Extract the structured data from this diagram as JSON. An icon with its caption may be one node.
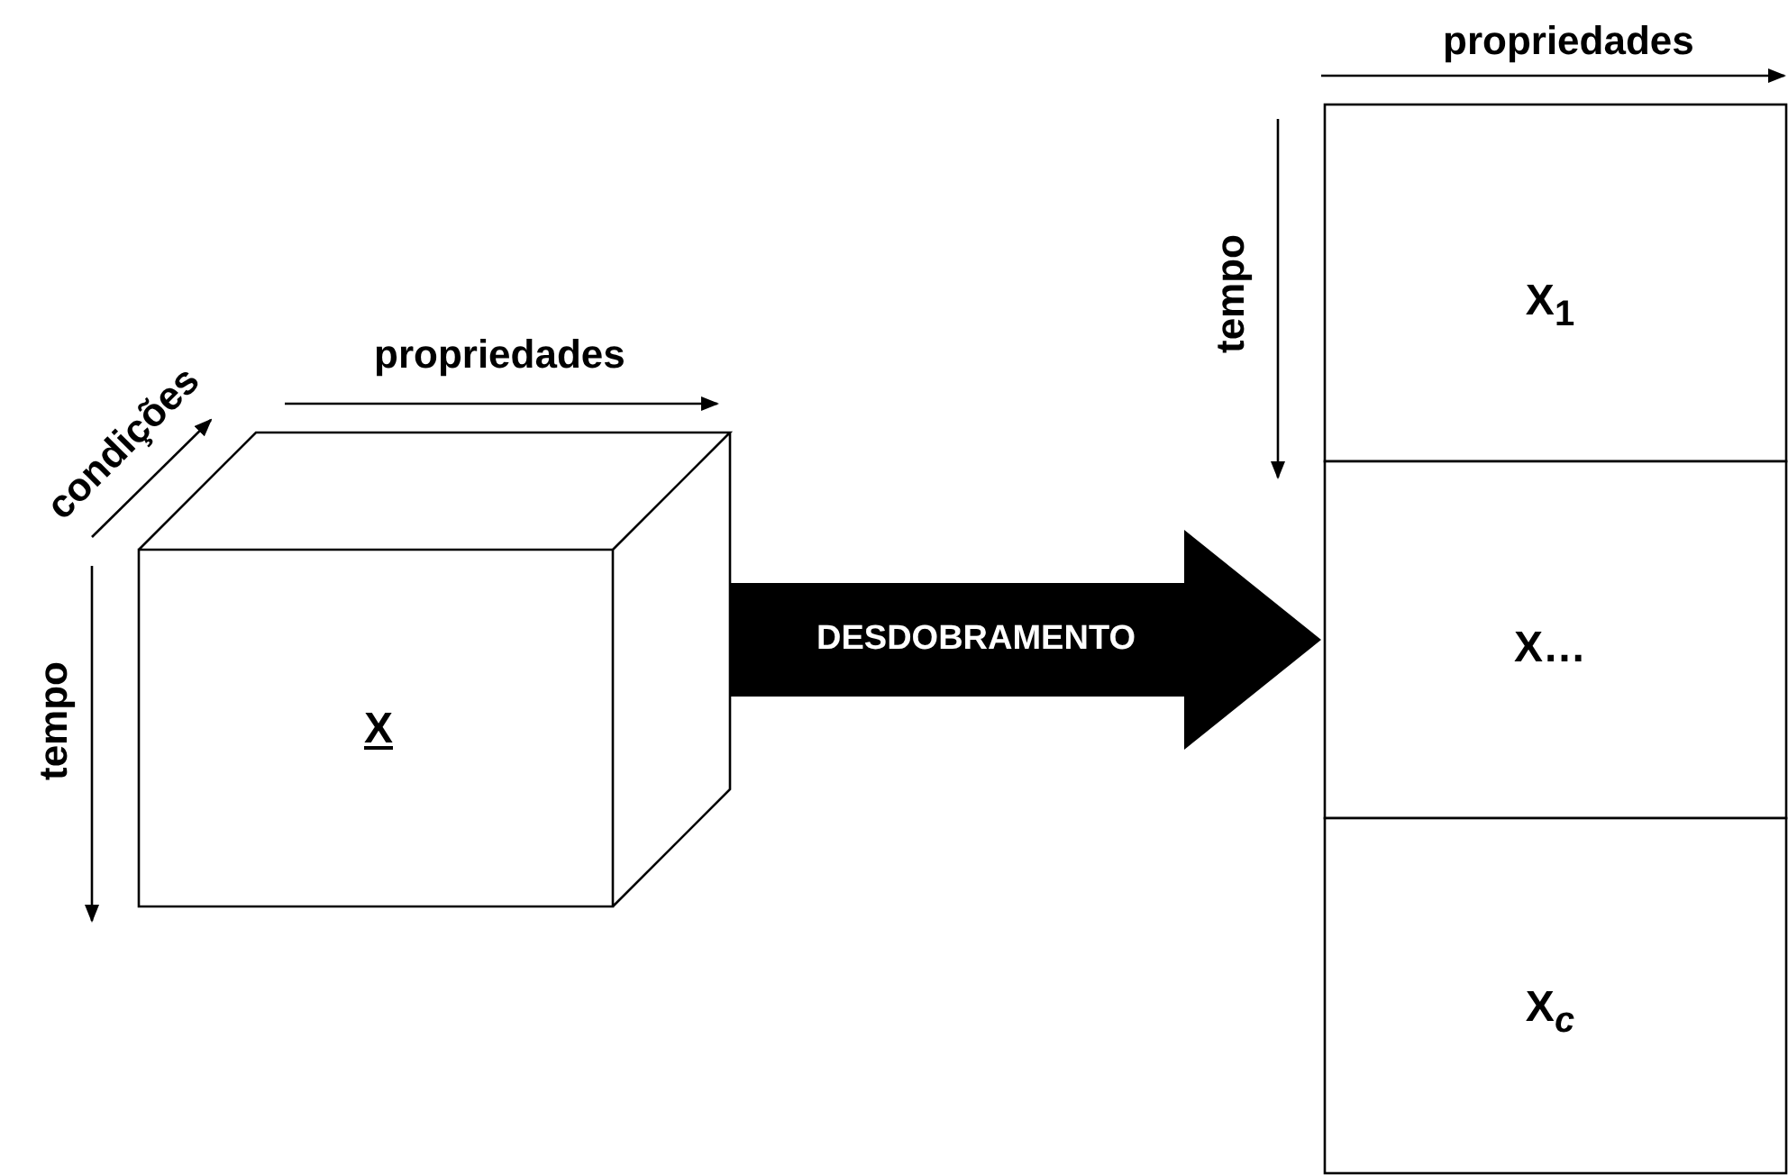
{
  "diagram": {
    "nodes": [
      {
        "text": [
          "X"
        ]
      },
      {
        "text": [
          "X$_{1}$"
        ]
      },
      {
        "text": [
          "X…"
        ]
      },
      {
        "text": [
          "X$_{c}$"
        ]
      }
    ],
    "edges": [
      {
        "from": 0,
        "to": 2,
        "arrow": "to",
        "label": "DESDOBRAMENTO"
      }
    ],
    "labels": [
      "condições",
      "propriedades",
      "tempo",
      "propriedades",
      "tempo"
    ]
  }
}
